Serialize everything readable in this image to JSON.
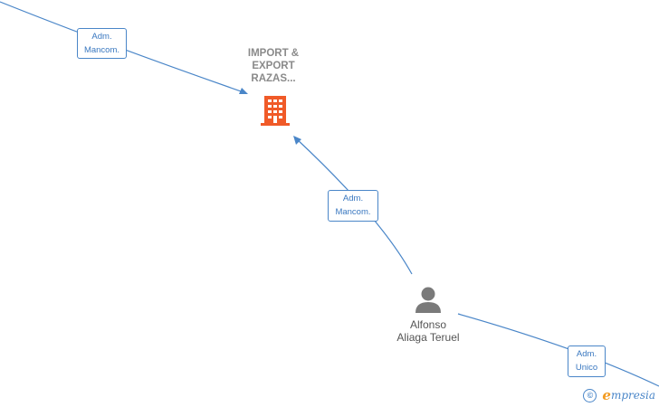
{
  "company": {
    "name_lines": [
      "IMPORT &",
      "EXPORT",
      "RAZAS..."
    ],
    "icon": "building-icon",
    "color": "#f05a28"
  },
  "person": {
    "name_lines": [
      "Alfonso",
      "Aliaga Teruel"
    ],
    "icon": "person-icon",
    "color": "#7a7a7a"
  },
  "relations": [
    {
      "id": "rel-top-left",
      "lines": [
        "Adm.",
        "Mancom."
      ]
    },
    {
      "id": "rel-person-company",
      "lines": [
        "Adm.",
        "Mancom."
      ]
    },
    {
      "id": "rel-bottom-right",
      "lines": [
        "Adm.",
        "Unico"
      ]
    }
  ],
  "watermark": {
    "symbol": "©",
    "brand_initial": "e",
    "brand_rest": "mpresia"
  },
  "colors": {
    "edge": "#4a86c8",
    "label_text": "#3a78c0",
    "brand_accent": "#f29a1f"
  }
}
